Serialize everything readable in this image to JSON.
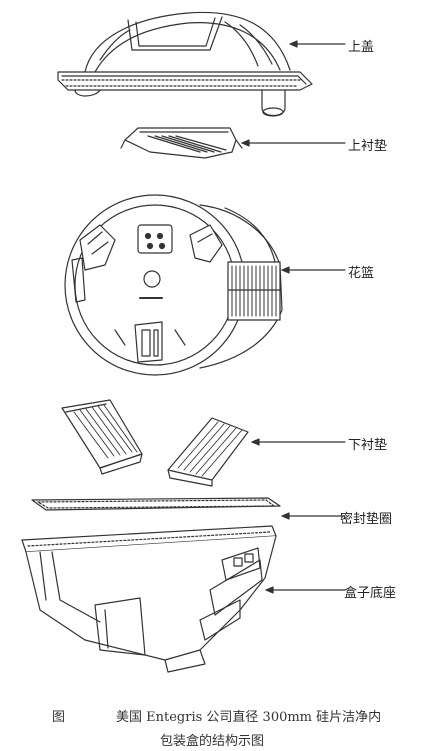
{
  "labels": {
    "top_lid": "上盖",
    "top_cushion": "上衬垫",
    "cassette": "花篮",
    "bottom_cushion": "下衬垫",
    "gasket": "密封垫圈",
    "base": "盒子底座"
  },
  "caption": {
    "prefix": "图",
    "line1": "美国 Entegris 公司直径 300mm 硅片洁净内",
    "line2": "包装盒的结构示图"
  }
}
